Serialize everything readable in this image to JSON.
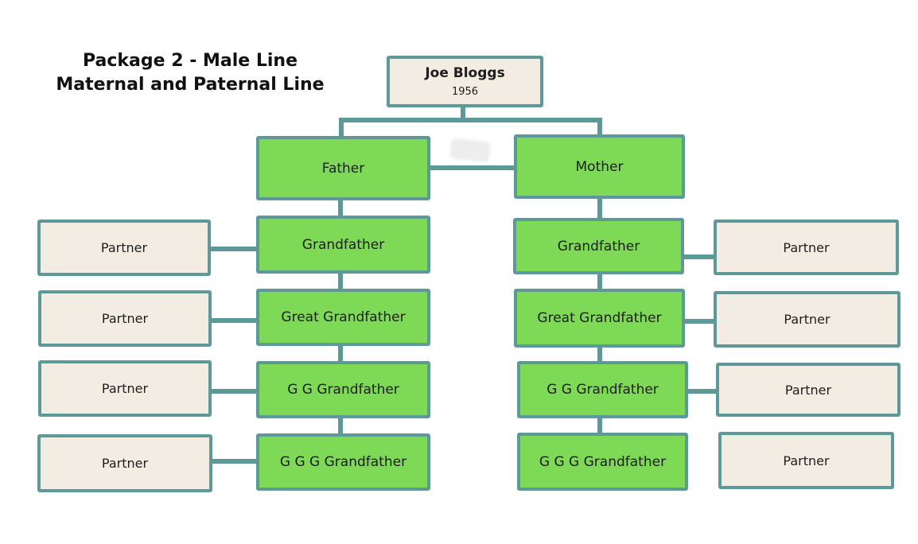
{
  "title": {
    "line1": "Package 2 - Male Line",
    "line2": "Maternal and Paternal Line"
  },
  "root": {
    "name": "Joe Bloggs",
    "year": "1956"
  },
  "paternal": {
    "parent": "Father",
    "ancestors": [
      "Grandfather",
      "Great Grandfather",
      "G G Grandfather",
      "G G G Grandfather"
    ],
    "partners": [
      "Partner",
      "Partner",
      "Partner",
      "Partner"
    ]
  },
  "maternal": {
    "parent": "Mother",
    "ancestors": [
      "Grandfather",
      "Great Grandfather",
      "G G Grandfather",
      "G G G Grandfather"
    ],
    "partners": [
      "Partner",
      "Partner",
      "Partner",
      "Partner"
    ]
  },
  "colors": {
    "node_fill": "#7ed957",
    "partner_fill": "#f3ece3",
    "connector": "#5f9898"
  }
}
